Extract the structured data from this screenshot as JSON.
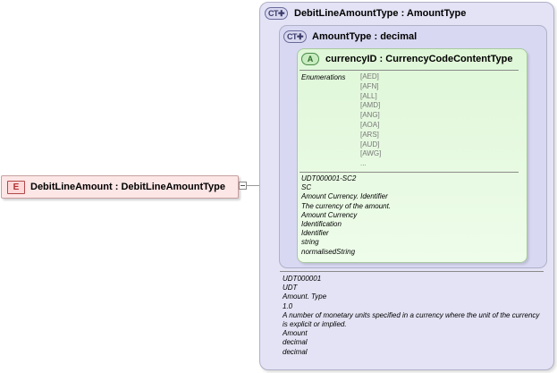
{
  "element": {
    "badge": "E",
    "name": "DebitLineAmount",
    "separator": ":",
    "type": "DebitLineAmountType"
  },
  "outer_type": {
    "badge": "CT",
    "name": "DebitLineAmountType",
    "separator": ":",
    "base": "AmountType"
  },
  "inner_type": {
    "badge": "CT",
    "name": "AmountType",
    "separator": ":",
    "base": "decimal"
  },
  "attribute": {
    "badge": "A",
    "name": "currencyID",
    "separator": ":",
    "type": "CurrencyCodeContentType",
    "enumerations_label": "Enumerations",
    "enumerations": [
      "[AED]",
      "[AFN]",
      "[ALL]",
      "[AMD]",
      "[ANG]",
      "[AOA]",
      "[ARS]",
      "[AUD]",
      "[AWG]",
      "..."
    ],
    "documentation": [
      "UDT000001-SC2",
      "SC",
      "Amount Currency. Identifier",
      "The currency of the amount.",
      "Amount Currency",
      "Identification",
      "Identifier",
      "string",
      "normalisedString"
    ]
  },
  "outer_documentation": [
    "UDT000001",
    "UDT",
    "Amount. Type",
    "1.0",
    "A number of monetary units specified in a currency where the unit of the currency is explicit or implied.",
    "Amount",
    "decimal",
    "decimal"
  ],
  "colors": {
    "element_fill": "#fde6e6",
    "complex_type_fill": "#e3e3f5",
    "attribute_fill": "#dff7d8"
  },
  "icons": {
    "element": "element-badge-icon",
    "complex_type": "complex-type-badge-icon",
    "attribute": "attribute-badge-icon",
    "expand": "collapse-toggle-icon"
  }
}
